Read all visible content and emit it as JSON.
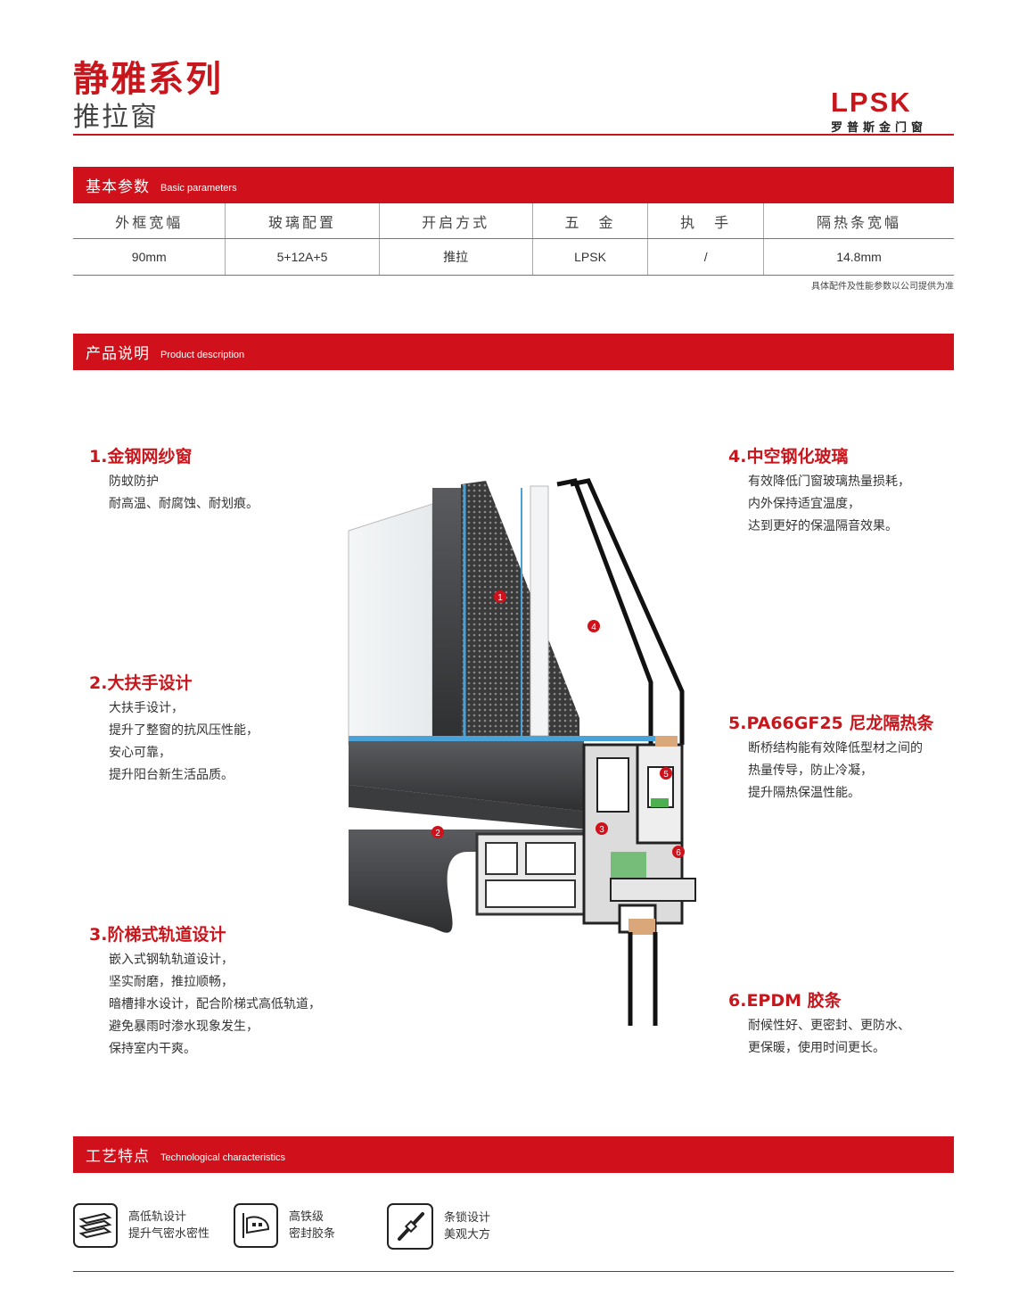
{
  "header": {
    "series_title": "静雅系列",
    "product_type": "推拉窗",
    "brand_logo": "LPSK",
    "brand_name_cn": "罗普斯金门窗",
    "accent_color": "#c8161d"
  },
  "basic_params": {
    "section_cn": "基本参数",
    "section_en": "Basic parameters",
    "columns": [
      "外框宽幅",
      "玻璃配置",
      "开启方式",
      "五　金",
      "执　手",
      "隔热条宽幅"
    ],
    "values": [
      "90mm",
      "5+12A+5",
      "推拉",
      "LPSK",
      "/",
      "14.8mm"
    ],
    "footnote": "具体配件及性能参数以公司提供为准"
  },
  "product_desc": {
    "section_cn": "产品说明",
    "section_en": "Product description",
    "features": [
      {
        "title": "1.金钢网纱窗",
        "lines": [
          "防蚊防护",
          "耐高温、耐腐蚀、耐划痕。"
        ]
      },
      {
        "title": "2.大扶手设计",
        "lines": [
          "大扶手设计，",
          "提升了整窗的抗风压性能，",
          "安心可靠，",
          "提升阳台新生活品质。"
        ]
      },
      {
        "title": "3.阶梯式轨道设计",
        "lines": [
          "嵌入式钢轨轨道设计，",
          "坚实耐磨，推拉顺畅，",
          "暗槽排水设计，配合阶梯式高低轨道，",
          "避免暴雨时渗水现象发生，",
          "保持室内干爽。"
        ]
      },
      {
        "title": "4.中空钢化玻璃",
        "lines": [
          "有效降低门窗玻璃热量损耗，",
          "内外保持适宜温度，",
          "达到更好的保温隔音效果。"
        ]
      },
      {
        "title": "5.PA66GF25 尼龙隔热条",
        "lines": [
          "断桥结构能有效降低型材之间的",
          "热量传导，防止冷凝，",
          "提升隔热保温性能。"
        ]
      },
      {
        "title": "6.EPDM 胶条",
        "lines": [
          "耐候性好、更密封、更防水、",
          "更保暖，使用时间更长。"
        ]
      }
    ],
    "markers": [
      "1",
      "2",
      "3",
      "4",
      "5",
      "6"
    ]
  },
  "craft": {
    "section_cn": "工艺特点",
    "section_en": "Technological characteristics",
    "items": [
      {
        "icon": "rail-profile-icon",
        "lines": [
          "高低轨设计",
          "提升气密水密性"
        ]
      },
      {
        "icon": "seal-strip-icon",
        "lines": [
          "高铁级",
          "密封胶条"
        ]
      },
      {
        "icon": "lock-bar-icon",
        "lines": [
          "条锁设计",
          "美观大方"
        ]
      }
    ]
  }
}
